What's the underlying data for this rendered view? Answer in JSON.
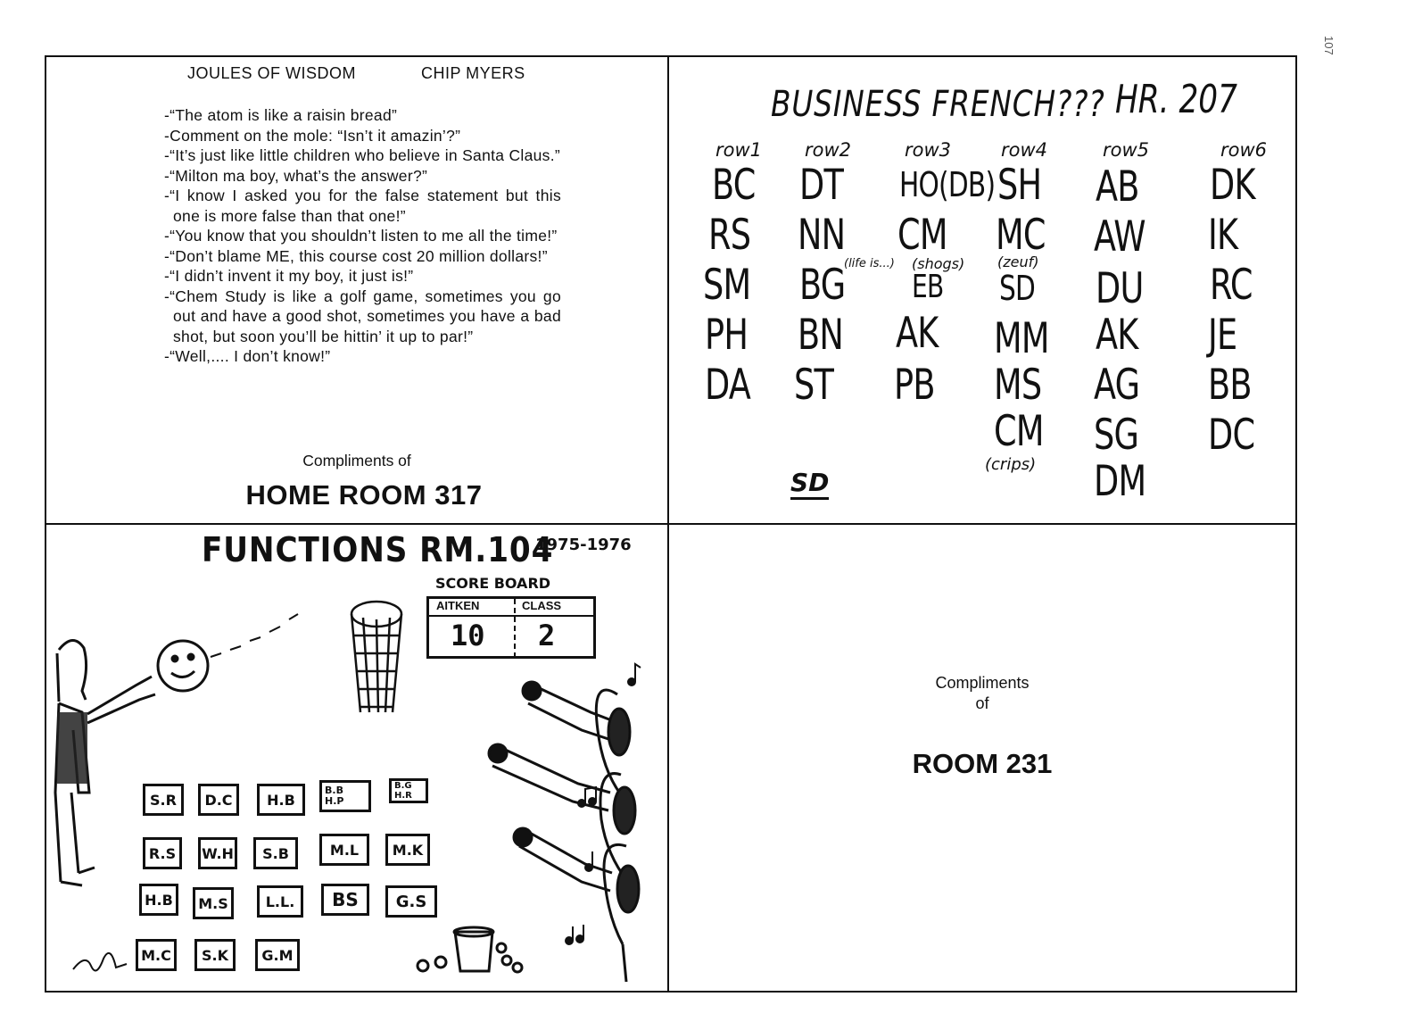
{
  "page": {
    "number": "107"
  },
  "joules_panel": {
    "title": "JOULES OF WISDOM",
    "teacher": "CHIP MYERS",
    "quotes": [
      "-“The atom is like a raisin bread”",
      "-Comment on the mole: “Isn’t it amazin’?”",
      "-“It’s just like little children who believe in Santa Claus.”",
      "-“Milton ma boy, what’s the answer?”",
      "-“I know I asked you for the false statement but this one is more false than that one!”",
      "-“You know that you shouldn’t listen to me all the time!”",
      "-“Don’t blame ME, this course cost 20 million dollars!”",
      "-“I didn’t invent it my boy, it just is!”",
      "-“Chem Study is like a golf game, sometimes you go out and have a good shot, sometimes you have a bad shot, but soon you’ll be hittin’ it up to par!”",
      "-“Well,.... I don’t know!”"
    ],
    "compliments": "Compliments of",
    "room": "HOME ROOM 317"
  },
  "french_panel": {
    "title": "BUSINESS FRENCH???",
    "room": "HR. 207",
    "rows": [
      {
        "label": "row1",
        "initials": [
          "BC",
          "RS",
          "SM",
          "PH",
          "DA"
        ]
      },
      {
        "label": "row2",
        "initials": [
          "DT",
          "NN",
          "BG",
          "BN",
          "ST"
        ]
      },
      {
        "label": "row3",
        "initials": [
          "HO(DB)",
          "CM",
          "EB",
          "AK",
          "PB"
        ]
      },
      {
        "label": "row4",
        "initials": [
          "SH",
          "MC",
          "SD",
          "MM",
          "MS",
          "CM"
        ]
      },
      {
        "label": "row5",
        "initials": [
          "AB",
          "AW",
          "DU",
          "AK",
          "AG",
          "SG",
          "DM"
        ]
      },
      {
        "label": "row6",
        "initials": [
          "DK",
          "IK",
          "RC",
          "JE",
          "BB",
          "DC"
        ]
      }
    ],
    "notes": {
      "life": "(life is...)",
      "shogs": "(shogs)",
      "zeuf": "(zeuf)",
      "crips": "(crips)"
    },
    "mark": "SD"
  },
  "functions_panel": {
    "title": "FUNCTIONS RM.104",
    "year": "1975-1976",
    "scoreboard": {
      "label": "SCORE BOARD",
      "team1": "AITKEN",
      "team2": "CLASS",
      "score1": "10",
      "score2": "2"
    },
    "seats": [
      [
        "S.R",
        "D.C",
        "H.B",
        "B.B H.P",
        "B.G H.R"
      ],
      [
        "R.S",
        "W.H",
        "S.B",
        "M.L",
        "M.K"
      ],
      [
        "H.B",
        "M.S",
        "L.L.",
        "BS",
        "G.S"
      ],
      [
        "M.C",
        "S.K",
        "G.M"
      ]
    ]
  },
  "room231_panel": {
    "compliments_line1": "Compliments",
    "compliments_line2": "of",
    "room": "ROOM 231"
  }
}
